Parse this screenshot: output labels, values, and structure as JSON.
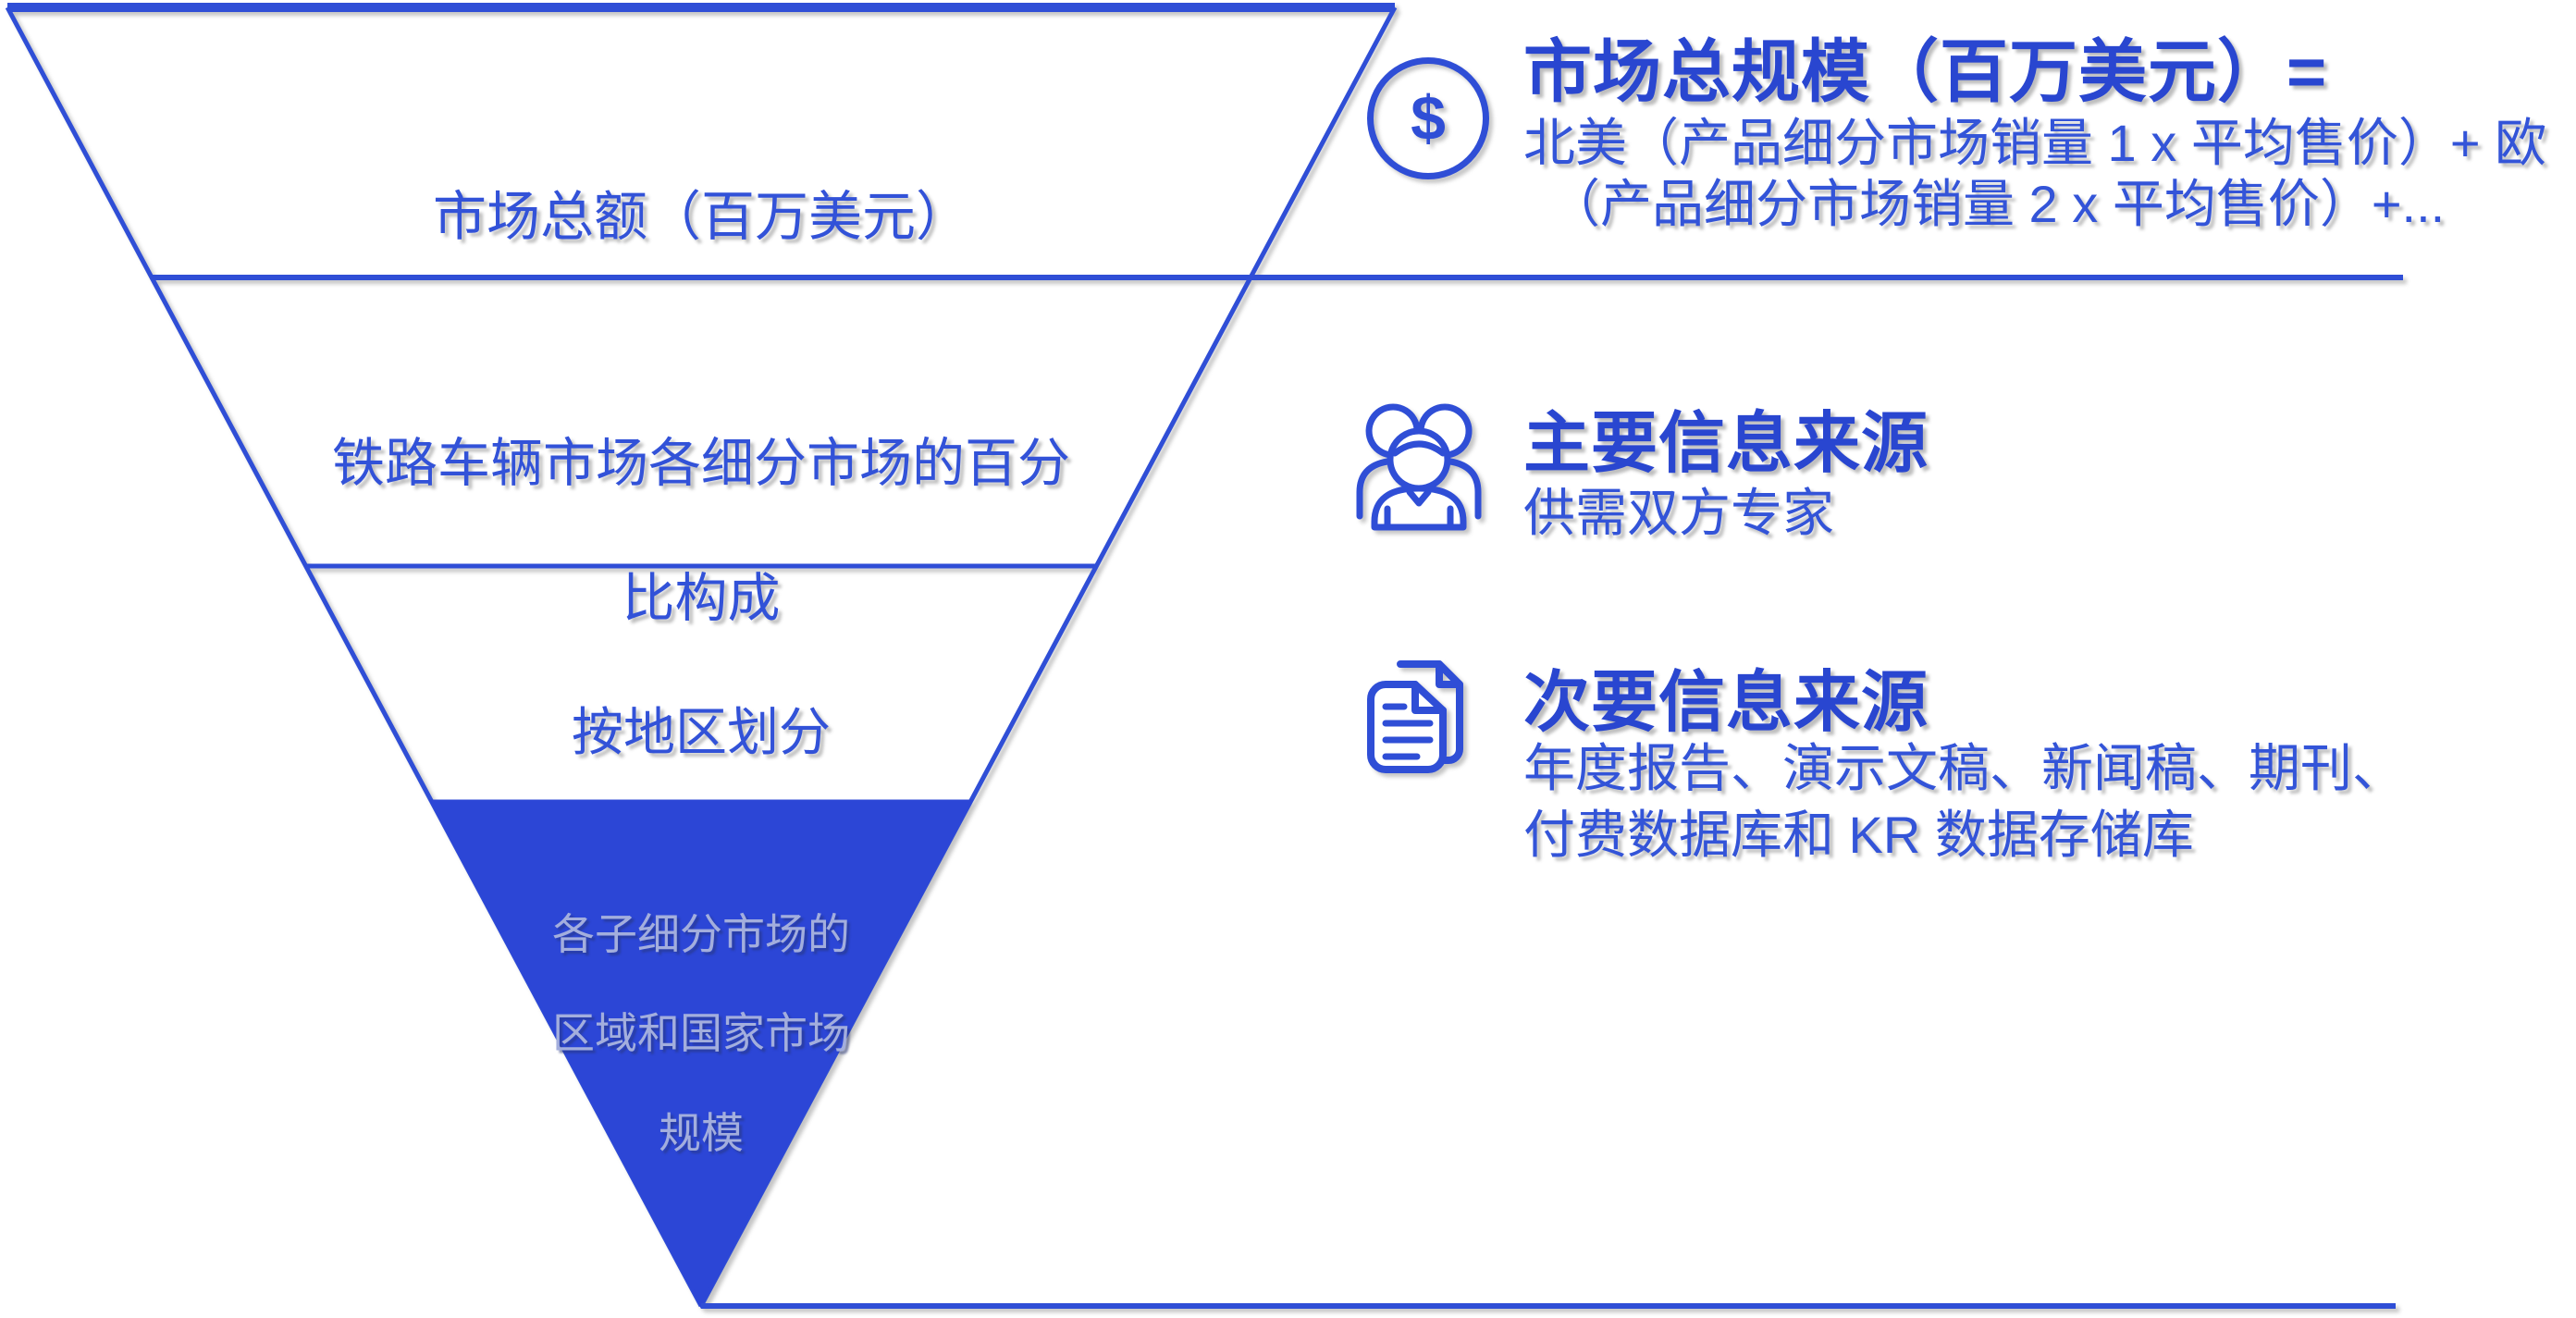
{
  "colors": {
    "primary_blue": "#2f4ed6",
    "funnel_fill_blue": "#2c46d6",
    "light_label_on_fill": "#a3aedd",
    "heading_blue": "#2946d0"
  },
  "funnel": {
    "tier1": {
      "line1": "市场总额（百万美元）"
    },
    "tier2": {
      "line1": "铁路车辆市场各细分市场的百分",
      "line2": "比构成"
    },
    "tier3": {
      "line1": "按地区划分"
    },
    "tier4": {
      "line1": "各子细分市场的",
      "line2": "区域和国家市场",
      "line3": "规模"
    }
  },
  "right_panel": {
    "formula": {
      "icon": "dollar-circle-icon",
      "icon_symbol": "$",
      "title": "市场总规模（百万美元）=",
      "line1": "北美（产品细分市场销量 1 x 平均售价）+ 欧",
      "line2": "（产品细分市场销量 2 x 平均售价）+..."
    },
    "primary_sources": {
      "icon": "people-group-icon",
      "title": "主要信息来源",
      "description": "供需双方专家"
    },
    "secondary_sources": {
      "icon": "documents-icon",
      "title": "次要信息来源",
      "description_line1": "年度报告、演示文稿、新闻稿、期刊、",
      "description_line2": "付费数据库和 KR 数据存储库"
    }
  }
}
